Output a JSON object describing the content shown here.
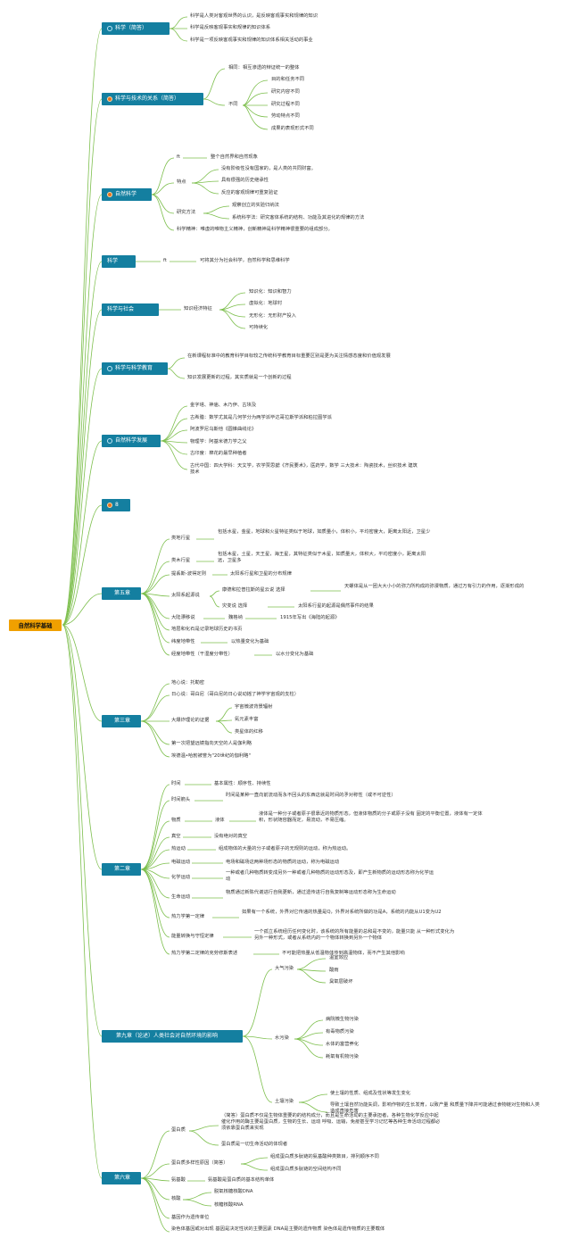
{
  "root": {
    "title": "自然科学基础"
  },
  "s1": {
    "title": "科学（简答）",
    "items": [
      "科学是人类对客观世界的认识，是反映客观事实和规律的知识",
      "科学是反映客观事实和规律的知识体系",
      "科学是一项反映客观事实和规律的知识体系相关活动的事业"
    ]
  },
  "s2": {
    "title": "科学与技术的关系（简答）",
    "same": "相同：相互渗透的辩证统一的整体",
    "diff_label": "不同",
    "diff": [
      "目的和任务不同",
      "研究内容不同",
      "研究过程不同",
      "劳动特点不同",
      "成果的表现形式不同"
    ]
  },
  "s3": {
    "title": "自然科学",
    "def_label": "ft",
    "def": "整个自然界和自然现象",
    "feat_label": "特点",
    "feats": [
      "没有阶级性没有国家的，是人类的共同财富。",
      "具有很强的历史继承性",
      "反应的客观规律可重复验证"
    ],
    "method_label": "研究方法",
    "methods": [
      "观察创立的实验归纳法",
      "系统科学法：研究客体系统的结构、功能及其进化的规律的方法"
    ],
    "spirit": "科学精神：唯虚的唯物主义精神，创新精神是科学精神很重要的组成部分。"
  },
  "s4": {
    "title": "科学",
    "label": "ft",
    "text": "可将其分为社会科学，自然科学和思维科学"
  },
  "s5": {
    "title": "科学与社会",
    "label": "知识经济特征",
    "items": [
      "知识化：知识和智力",
      "虚拟化：地球村",
      "无形化：无形财产投入",
      "可持续化"
    ]
  },
  "s6": {
    "title": "科学与科学教育",
    "items": [
      "在新课程标准中的教育科学目标较之传统科学教育目标重要区别是更为关注情感态度和价值观发展",
      "知识发展更新的过程，其实质就是一个创新的过程"
    ]
  },
  "s7": {
    "title": "自然科学发展",
    "items": [
      "金字塔、神庙、木乃伊、古埃及",
      "古希腊：数学尤其是几何学分为两学派毕达哥拉斯学派和柏拉图学派",
      "阿波罗尼乌斯他《圆锥曲线论》",
      "物理学：阿基米德力学之父",
      "古印度：棉花的最早种植者",
      "古代中国：四大学科：天文学，农学贾思勰《齐民要术》，医药学，数学 三大技术：陶瓷技术，丝织技术 建筑技术"
    ]
  },
  "s8": {
    "title": "8"
  },
  "s9": {
    "title": "第五章",
    "a_label": "类地行星",
    "a_text": "包括水星，金星，地球和火星特征类似于地球，如质量小，体积小，平均密度大，距离太阳近，卫星少",
    "b_label": "类木行星",
    "b_text": "包括木星，土星，天王星，海王星，其特征类似于木星，如质量大，体积大，平均密度小，距离太阳远，卫星多",
    "c_label": "提丢斯-波得定则",
    "c_text": "太阳系行星和卫星的分布规律",
    "d_label": "太阳系起源说",
    "d1_label": "康德和拉普拉斯的星云说 选择",
    "d1_text": "天螺体是从一团大大小小的弥力所构成的弥漫物质，通过万有引力的作用，逐渐形成的",
    "d2_label": "灾变说 选择",
    "d2_text": "太阳系行星的起源是偶然事件的结果",
    "e_label": "大陆漂移说",
    "e_person": "魏格纳",
    "e_text": "1915年写出《海陆的起源》",
    "f": "地层和化石是记录地球历史的书页",
    "g_label": "纬度地带性",
    "g_text": "以热量变化为基础",
    "h_label": "经度地带性（干湿度分带性）",
    "h_text": "以水分变化为基础"
  },
  "s10": {
    "title": "第三章",
    "items": [
      "地心说：托勒密",
      "日心说：哥白尼（哥白尼的日心说动摇了神学宇宙观的支柱）"
    ],
    "big_label": "大爆炸理论的证据",
    "big": [
      "宇宙微波背景辐射",
      "氦元素丰富",
      "类星体的红移"
    ],
    "tail": [
      "第一次把望远镜指向天空的人是伽利略",
      "埃德温•哈勃被誉为\"20世纪的伽利略\""
    ]
  },
  "s11": {
    "title": "第二章",
    "time_label": "时间",
    "time_text": "基本属性：顺序性、持续性",
    "arrow_label": "时间箭头",
    "arrow_text": "时间是某种一直向前流动而永不回头的东西这就是时间的矛对称性（或不可逆性）",
    "matter_label": "物质",
    "liquid_label": "液体",
    "liquid_text": "液体是一种分子或者原子很靠近的物质形态，但液体物质的分子或原子没有 固定的平衡位置，液体有一定体积，形状随容器而定，易流动，不易压缩。",
    "vac_label": "真空",
    "vac_text": "没有绝对的真空",
    "heat_label": "热运动",
    "heat_text": "组成物体的大量的分子或者原子的无规则的运动，称为热运动。",
    "em_label": "电磁运动",
    "em_text": "电场和磁场这两种场形态的物质的运动，称为电磁运动",
    "chem_label": "化学运动",
    "chem_text": "一种或者几种物质转变成另外一种或者几种物质的运动形态及，即产生新物质的运动形态称为化学运动",
    "life_label": "生命运动",
    "life_text": "物质通过新陈代谢进行自我更新，通过遗传进行自我复制等运动形态称为生命运动",
    "t1_label": "热力学第一定律",
    "t1_text": "如果有一个系统，外界对它传递的热量是Q，外界对系统所做的功是A，系统的内能从U1变为U2",
    "cons_label": "能量转换与守恒定律",
    "cons_text": "一个孤立系统经历任何变化时，该系统的所有能量的总和是不变的，能量只能 从一种形式变化为另外一种形式，或者从系统内的一个物体转换到另外一个物体",
    "t2_label": "热力学第二定律的克劳修斯表述",
    "t2_text": "不可能把热量从低温物体传到高温物体，而不产生其他影响"
  },
  "s12": {
    "title": "第九章（论述）人类社会对自然环境的影响",
    "air_label": "大气污染",
    "air": [
      "温室效应",
      "酸雨",
      "臭氧层破坏"
    ],
    "water_label": "水污染",
    "water": [
      "病院微生物污染",
      "有毒物质污染",
      "水体的富营养化",
      "耗氧有机物污染"
    ],
    "soil_label": "土壤污染",
    "soil": [
      "使土壤的性质、组成及性状等发生变化",
      "导致土壤自然功能失调，影响作物的生长发育，以致产量 和质量下降并可能通过食物链对生物和人类造成直接危害"
    ]
  },
  "s13": {
    "title": "第六章",
    "prot_label": "蛋白质",
    "prot_text": "（简答）蛋白质不仅是生物体重要的的结构成分，而且是生命活动的主要承担者，各种生物化学反应中起催化作用的酶主要是蛋白质，生物的生长、运动 呼吸、运输，免疫甚至学习记忆等各种生命活动过程都必须依靠蛋白质来实现",
    "prot_basic": "蛋白质是一切生命活动的体现者",
    "div_label": "蛋白质多样性原因（简答）",
    "div": [
      "组成蛋白质多肽链的氨基酸种类数目，排列顺序不同",
      "组成蛋白质多肽链的空间结构不同"
    ],
    "aa_label": "氨基酸",
    "aa_text": "氨基酸是蛋白质的基本结构单体",
    "na_label": "核酸",
    "na": [
      "脱氧核糖核酸DNA",
      "核糖核酸RNA"
    ],
    "gene": "基因作为遗传单位",
    "chrom": "染色体基因或对出现 基因是决定性状的主要因素 DNA是主要的遗传物质 染色体是遗传物质的主要载体"
  }
}
